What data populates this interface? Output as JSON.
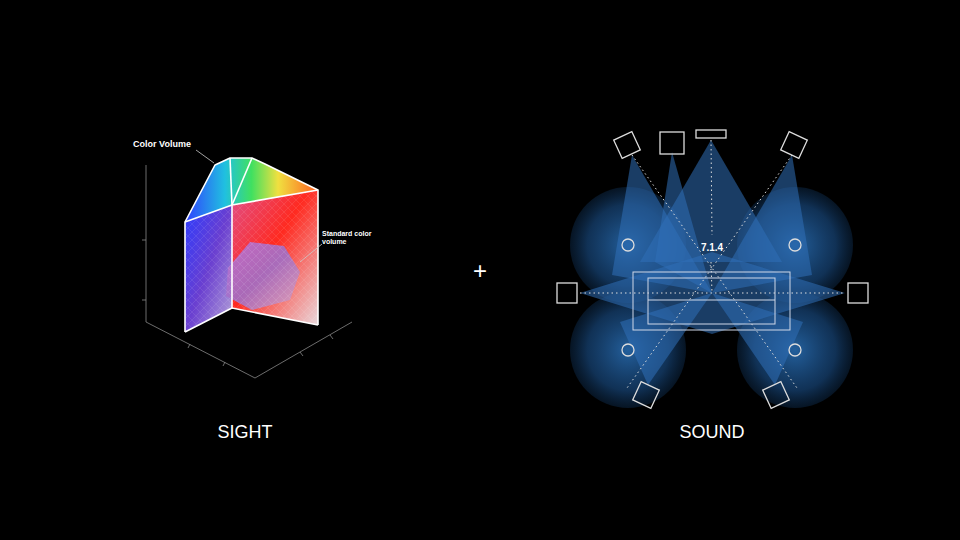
{
  "diagram": {
    "labels": [
      "Color Volume",
      "Standard color volume",
      "+",
      "7.1.4",
      "SIGHT",
      "SOUND"
    ]
  }
}
